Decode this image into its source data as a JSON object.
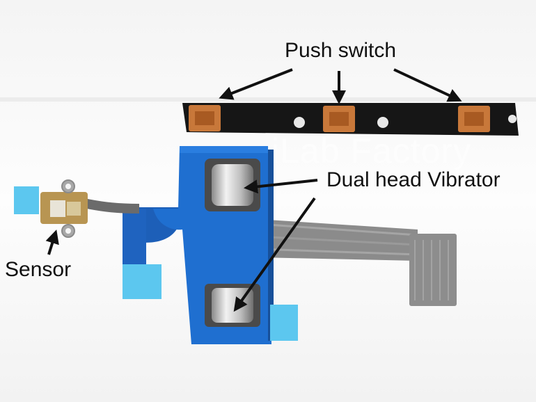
{
  "labels": {
    "push_switch": "Push switch",
    "dual_head_vibrator": "Dual head Vibrator",
    "sensor": "Sensor"
  },
  "watermark": {
    "text": "iLab Factory"
  },
  "colors": {
    "background": "#fbfbfb",
    "flex_blue": "#1f6fd0",
    "flex_black": "#151515",
    "switch_orange": "#c8783a",
    "flex_gray": "#7d7d7d",
    "tape_cyan": "#5cc7ef",
    "arrow": "#111111"
  }
}
